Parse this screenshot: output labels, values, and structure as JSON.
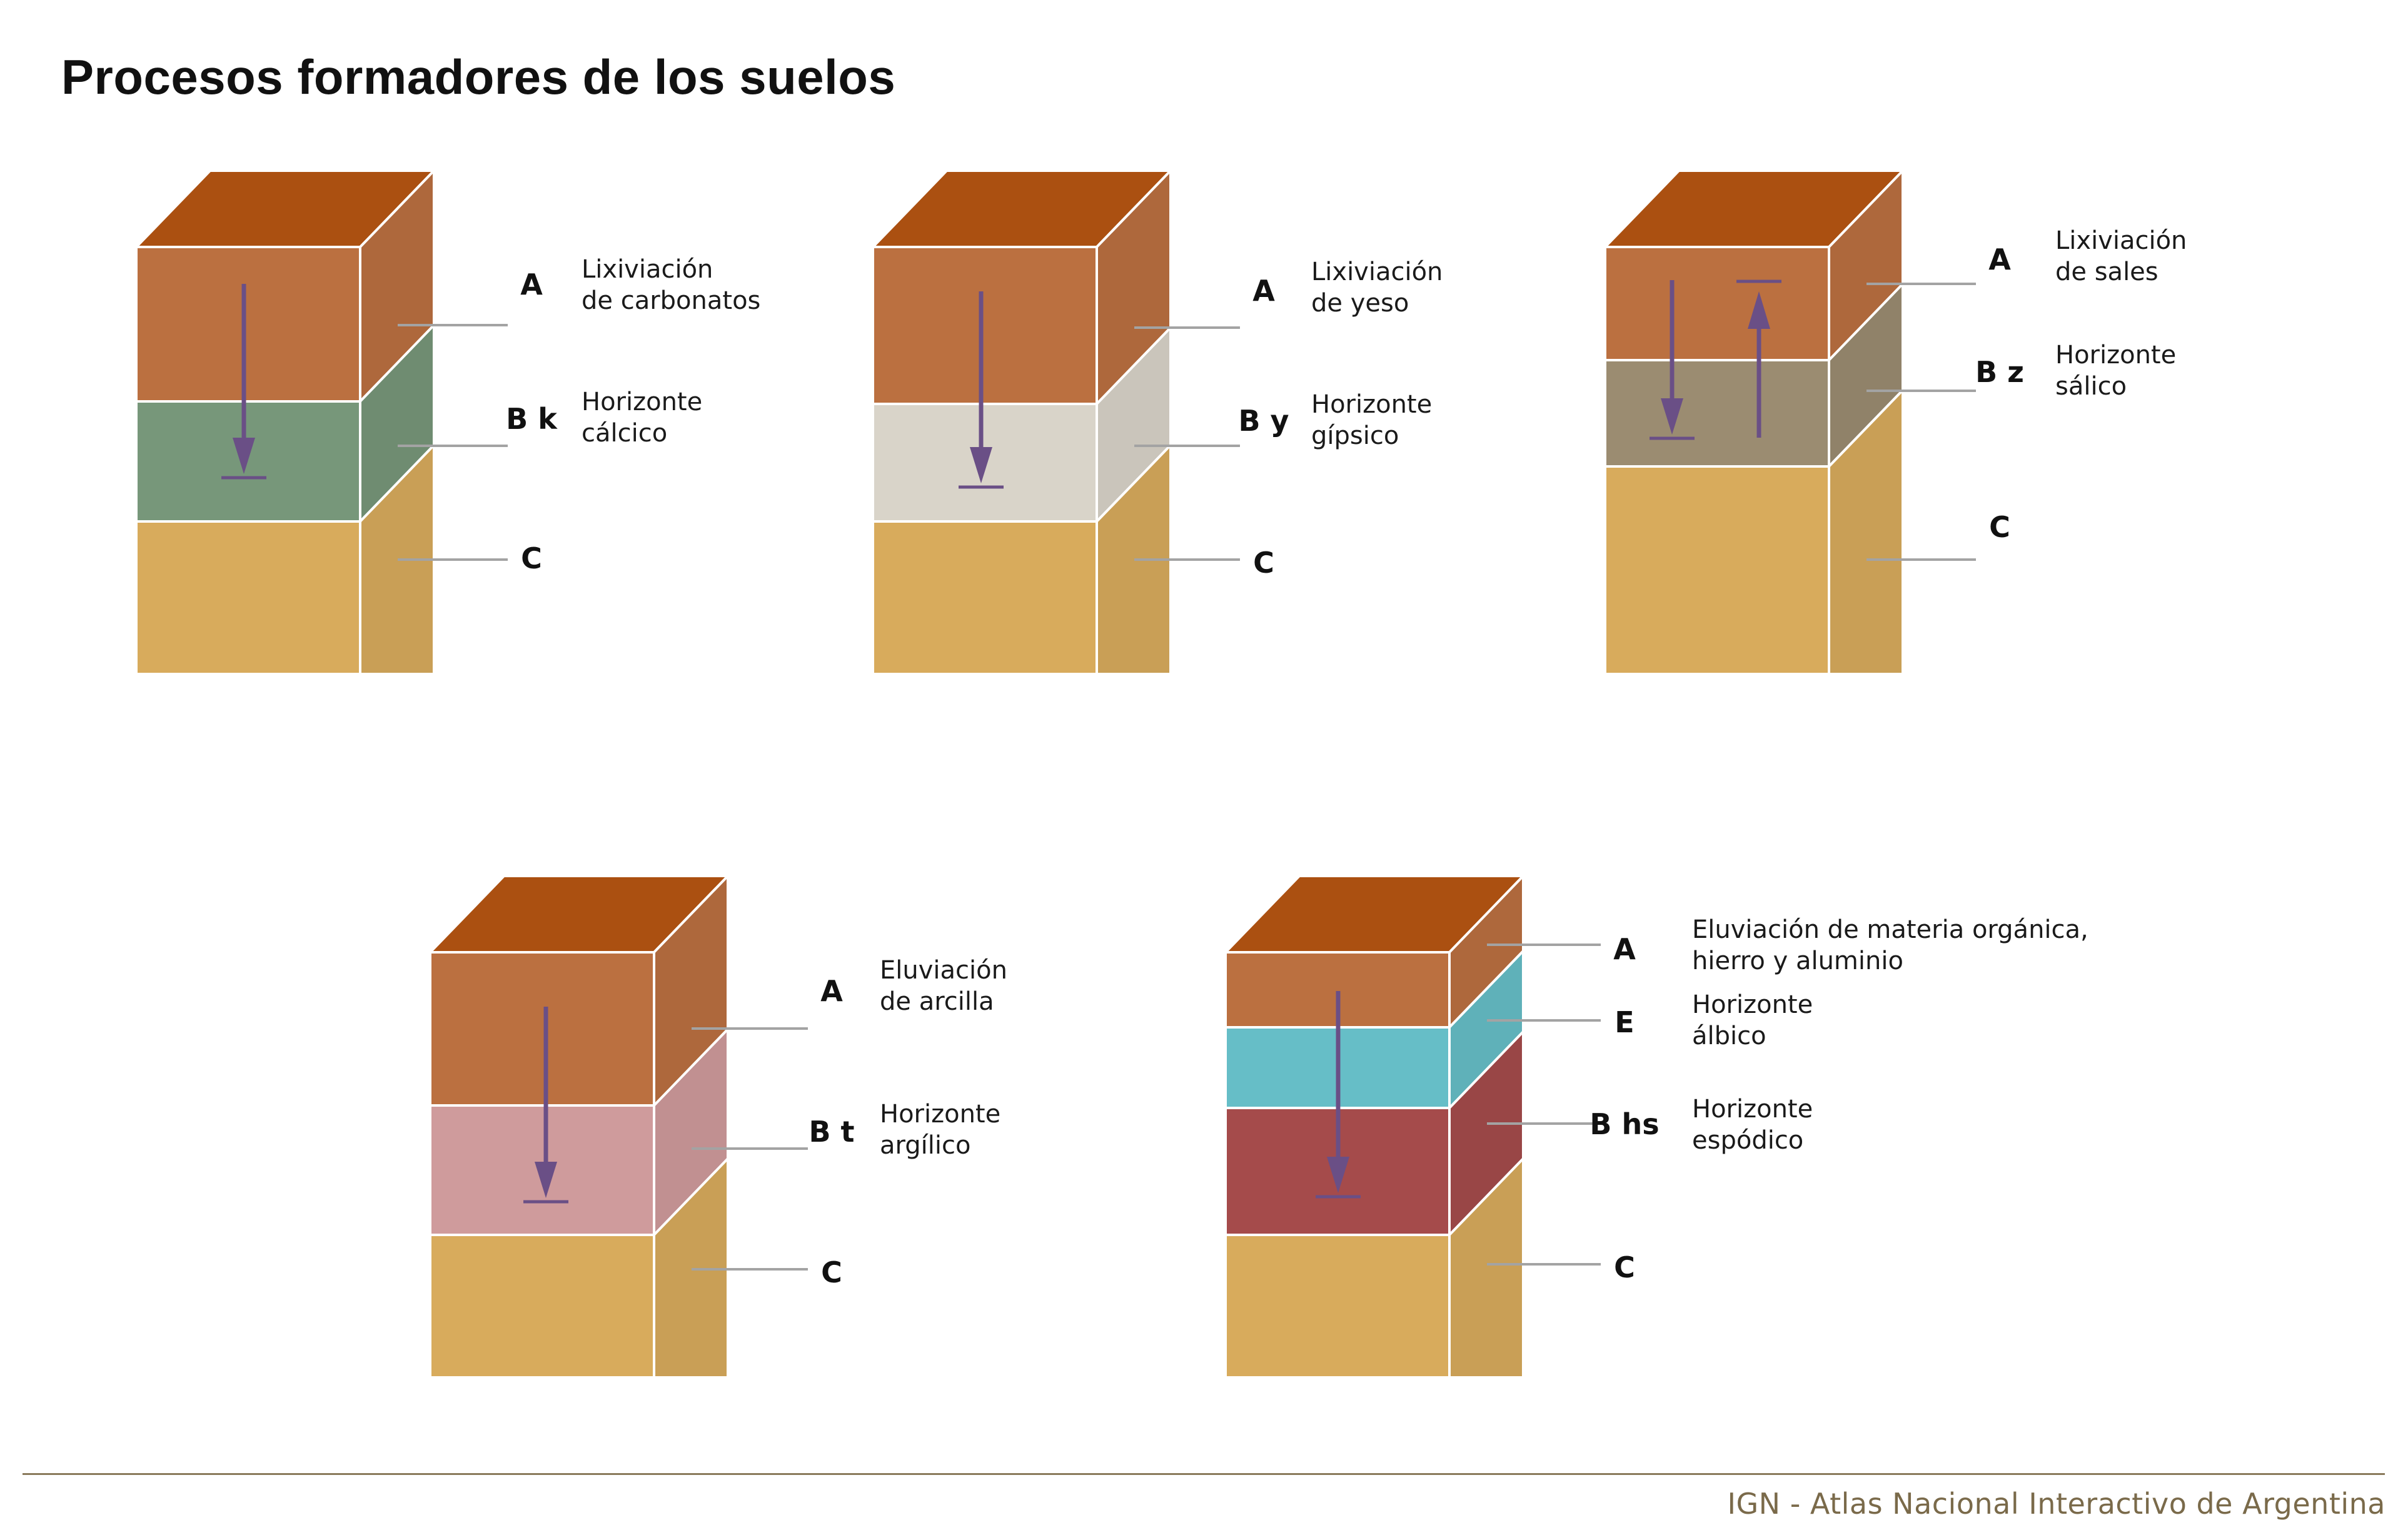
{
  "title": "Procesos formadores de los suelos",
  "footer": "IGN - Atlas Nacional Interactivo de Argentina",
  "colors": {
    "top_face": "#ab5011",
    "horizon_A": "#bb7040",
    "horizon_Bk": "#77977a",
    "horizon_By": "#d9d4c9",
    "horizon_Bz": "#9b8c71",
    "horizon_Bt": "#cf9b9c",
    "horizon_E": "#66bec7",
    "horizon_Bhs": "#a54b4b",
    "horizon_C": "#d8ab5c",
    "arrow": "#6a4f86",
    "leader_line": "#a3a3a3",
    "footer_rule": "#8a7a5c",
    "footer_text": "#7a6a4a"
  },
  "profiles": [
    {
      "name": "carbonatos",
      "arrow": "down",
      "horizons": [
        {
          "label": "A",
          "color": "horizon_A",
          "desc": [
            "Lixiviación",
            "de carbonatos"
          ]
        },
        {
          "label": "B k",
          "color": "horizon_Bk",
          "desc": [
            "Horizonte",
            "cálcico"
          ]
        },
        {
          "label": "C",
          "color": "horizon_C",
          "desc": []
        }
      ]
    },
    {
      "name": "yeso",
      "arrow": "down",
      "horizons": [
        {
          "label": "A",
          "color": "horizon_A",
          "desc": [
            "Lixiviación",
            "de yeso"
          ]
        },
        {
          "label": "B y",
          "color": "horizon_By",
          "desc": [
            "Horizonte",
            "gípsico"
          ]
        },
        {
          "label": "C",
          "color": "horizon_C",
          "desc": []
        }
      ]
    },
    {
      "name": "sales",
      "arrow": "down-up",
      "horizons": [
        {
          "label": "A",
          "color": "horizon_A",
          "desc": [
            "Lixiviación",
            "de sales"
          ]
        },
        {
          "label": "B z",
          "color": "horizon_Bz",
          "desc": [
            "Horizonte",
            "sálico"
          ]
        },
        {
          "label": "C",
          "color": "horizon_C",
          "desc": []
        }
      ]
    },
    {
      "name": "arcilla",
      "arrow": "down",
      "horizons": [
        {
          "label": "A",
          "color": "horizon_A",
          "desc": [
            "Eluviación",
            "de arcilla"
          ]
        },
        {
          "label": "B t",
          "color": "horizon_Bt",
          "desc": [
            "Horizonte",
            "argílico"
          ]
        },
        {
          "label": "C",
          "color": "horizon_C",
          "desc": []
        }
      ]
    },
    {
      "name": "espodico",
      "arrow": "down",
      "horizons": [
        {
          "label": "A",
          "color": "horizon_A",
          "desc": [
            "Eluviación de materia orgánica,",
            "hierro y aluminio"
          ]
        },
        {
          "label": "E",
          "color": "horizon_E",
          "desc": [
            "Horizonte",
            "álbico"
          ]
        },
        {
          "label": "B hs",
          "color": "horizon_Bhs",
          "desc": [
            "Horizonte",
            "espódico"
          ]
        },
        {
          "label": "C",
          "color": "horizon_C",
          "desc": []
        }
      ]
    }
  ]
}
